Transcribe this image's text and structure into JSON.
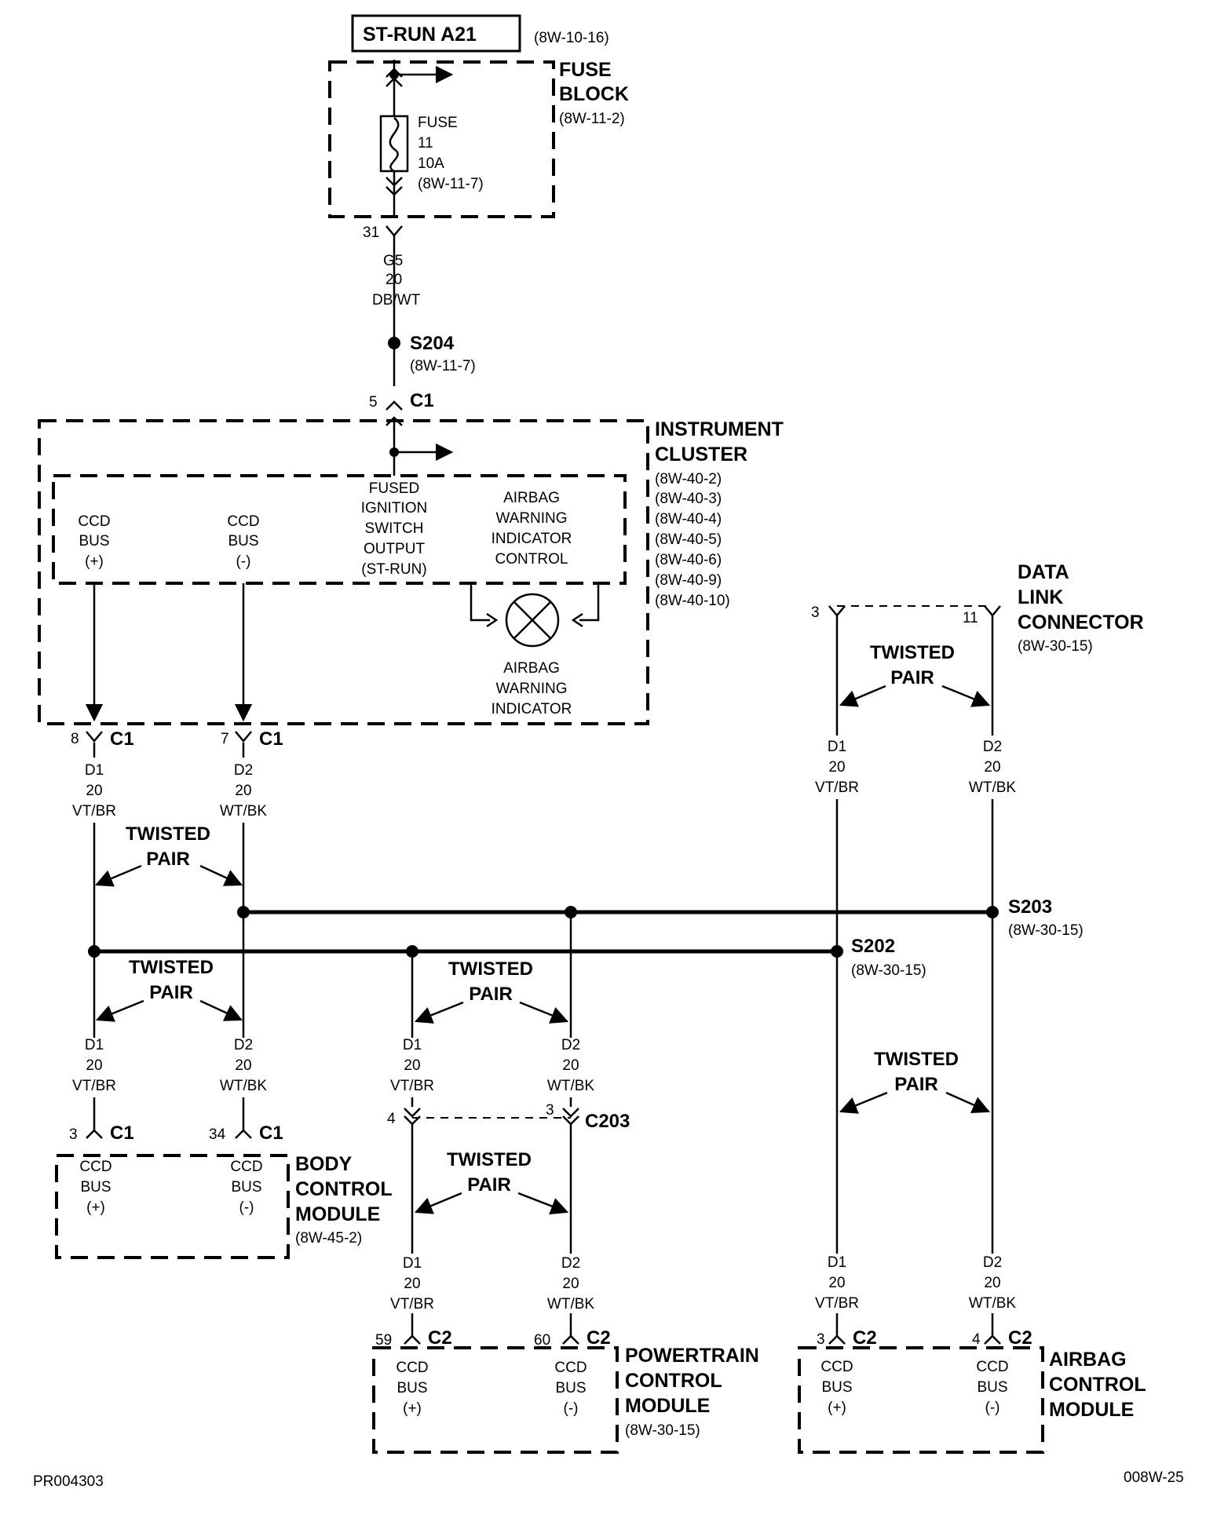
{
  "source": {
    "label": "ST-RUN A21",
    "ref": "(8W-10-16)"
  },
  "fuse_block": {
    "title_line1": "FUSE",
    "title_line2": "BLOCK",
    "ref": "(8W-11-2)",
    "fuse_lines": [
      "FUSE",
      "11",
      "10A",
      "(8W-11-7)"
    ],
    "pin": "31"
  },
  "wire_g5": [
    "G5",
    "20",
    "DB/WT"
  ],
  "s204": {
    "label": "S204",
    "ref": "(8W-11-7)"
  },
  "ic_connector": {
    "pin": "5",
    "name": "C1"
  },
  "instrument_cluster": {
    "title_line1": "INSTRUMENT",
    "title_line2": "CLUSTER",
    "refs": [
      "(8W-40-2)",
      "(8W-40-3)",
      "(8W-40-4)",
      "(8W-40-5)",
      "(8W-40-6)",
      "(8W-40-9)",
      "(8W-40-10)"
    ],
    "ccd_plus": [
      "CCD",
      "BUS",
      "(+)"
    ],
    "ccd_minus": [
      "CCD",
      "BUS",
      "(-)"
    ],
    "fused_output": [
      "FUSED",
      "IGNITION",
      "SWITCH",
      "OUTPUT",
      "(ST-RUN)"
    ],
    "airbag_control": [
      "AIRBAG",
      "WARNING",
      "INDICATOR",
      "CONTROL"
    ],
    "airbag_indicator": [
      "AIRBAG",
      "WARNING",
      "INDICATOR"
    ],
    "pin_plus": "8",
    "pin_minus": "7",
    "conn_name": "C1"
  },
  "wire_d1": [
    "D1",
    "20",
    "VT/BR"
  ],
  "wire_d2": [
    "D2",
    "20",
    "WT/BK"
  ],
  "twisted_pair": [
    "TWISTED",
    "PAIR"
  ],
  "data_link": {
    "title_lines": [
      "DATA",
      "LINK",
      "CONNECTOR"
    ],
    "ref": "(8W-30-15)",
    "pin_plus": "3",
    "pin_minus": "11"
  },
  "s203": {
    "label": "S203",
    "ref": "(8W-30-15)"
  },
  "s202": {
    "label": "S202",
    "ref": "(8W-30-15)"
  },
  "body_control": {
    "title_lines": [
      "BODY",
      "CONTROL",
      "MODULE"
    ],
    "ref": "(8W-45-2)",
    "pin_plus": "3",
    "pin_minus": "34",
    "conn_name": "C1",
    "ccd_plus": [
      "CCD",
      "BUS",
      "(+)"
    ],
    "ccd_minus": [
      "CCD",
      "BUS",
      "(-)"
    ]
  },
  "c203": {
    "name": "C203",
    "pin_plus": "4",
    "pin_minus": "3"
  },
  "powertrain": {
    "title_lines": [
      "POWERTRAIN",
      "CONTROL",
      "MODULE"
    ],
    "ref": "(8W-30-15)",
    "pin_plus": "59",
    "pin_minus": "60",
    "conn_name": "C2",
    "ccd_plus": [
      "CCD",
      "BUS",
      "(+)"
    ],
    "ccd_minus": [
      "CCD",
      "BUS",
      "(-)"
    ]
  },
  "airbag_module": {
    "title_lines": [
      "AIRBAG",
      "CONTROL",
      "MODULE"
    ],
    "pin_plus": "3",
    "pin_minus": "4",
    "conn_name": "C2",
    "ccd_plus": [
      "CCD",
      "BUS",
      "(+)"
    ],
    "ccd_minus": [
      "CCD",
      "BUS",
      "(-)"
    ]
  },
  "footer": {
    "left": "PR004303",
    "right": "008W-25"
  }
}
